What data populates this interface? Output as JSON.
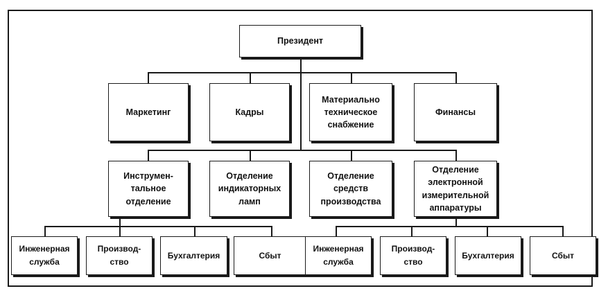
{
  "chart": {
    "president": "Президент",
    "level2": [
      {
        "id": "marketing",
        "label": "Маркетинг"
      },
      {
        "id": "personnel",
        "label": "Кадры"
      },
      {
        "id": "supply",
        "label": "Материально\nтехническое\nснабжение"
      },
      {
        "id": "finance",
        "label": "Финансы"
      }
    ],
    "level3": [
      {
        "id": "tools",
        "label": "Инструмен-\nтальное\nотделение"
      },
      {
        "id": "lamps",
        "label": "Отделение\nиндикаторных\nламп"
      },
      {
        "id": "means",
        "label": "Отделение\nсредств\nпроизводства"
      },
      {
        "id": "electronic",
        "label": "Отделение\nэлектронной\nизмерительной\nаппаратуры"
      }
    ],
    "level4_left": [
      {
        "id": "eng-left",
        "label": "Инженерная\nслужба"
      },
      {
        "id": "prod-left",
        "label": "Производ-\nство"
      },
      {
        "id": "acct-left",
        "label": "Бухгалтерия"
      },
      {
        "id": "sales-left",
        "label": "Сбыт"
      }
    ],
    "level4_right": [
      {
        "id": "eng-right",
        "label": "Инженерная\nслужба"
      },
      {
        "id": "prod-right",
        "label": "Производ-\nство"
      },
      {
        "id": "acct-right",
        "label": "Бухгалтерия"
      },
      {
        "id": "sales-right",
        "label": "Сбыт"
      }
    ]
  }
}
